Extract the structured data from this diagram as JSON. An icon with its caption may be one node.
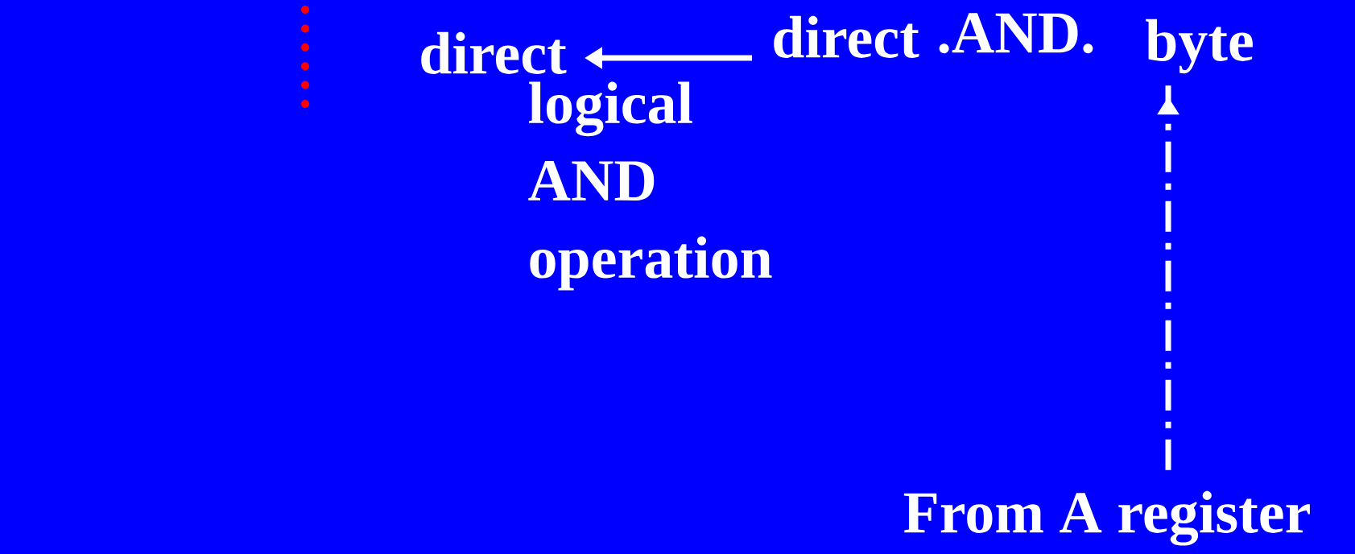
{
  "diagram": {
    "nodes": [
      {
        "text": [
          "direct"
        ]
      },
      {
        "text": [
          "direct"
        ]
      },
      {
        "text": [
          ".AND."
        ]
      },
      {
        "text": [
          "byte"
        ]
      },
      {
        "text": [
          "From A register"
        ]
      }
    ],
    "edges": [
      {
        "from": 1,
        "to": 0,
        "arrow": "to"
      },
      {
        "from": 4,
        "to": 3,
        "arrow": "to",
        "style": "dashed"
      }
    ],
    "labels": [
      "logical AND operation"
    ]
  }
}
